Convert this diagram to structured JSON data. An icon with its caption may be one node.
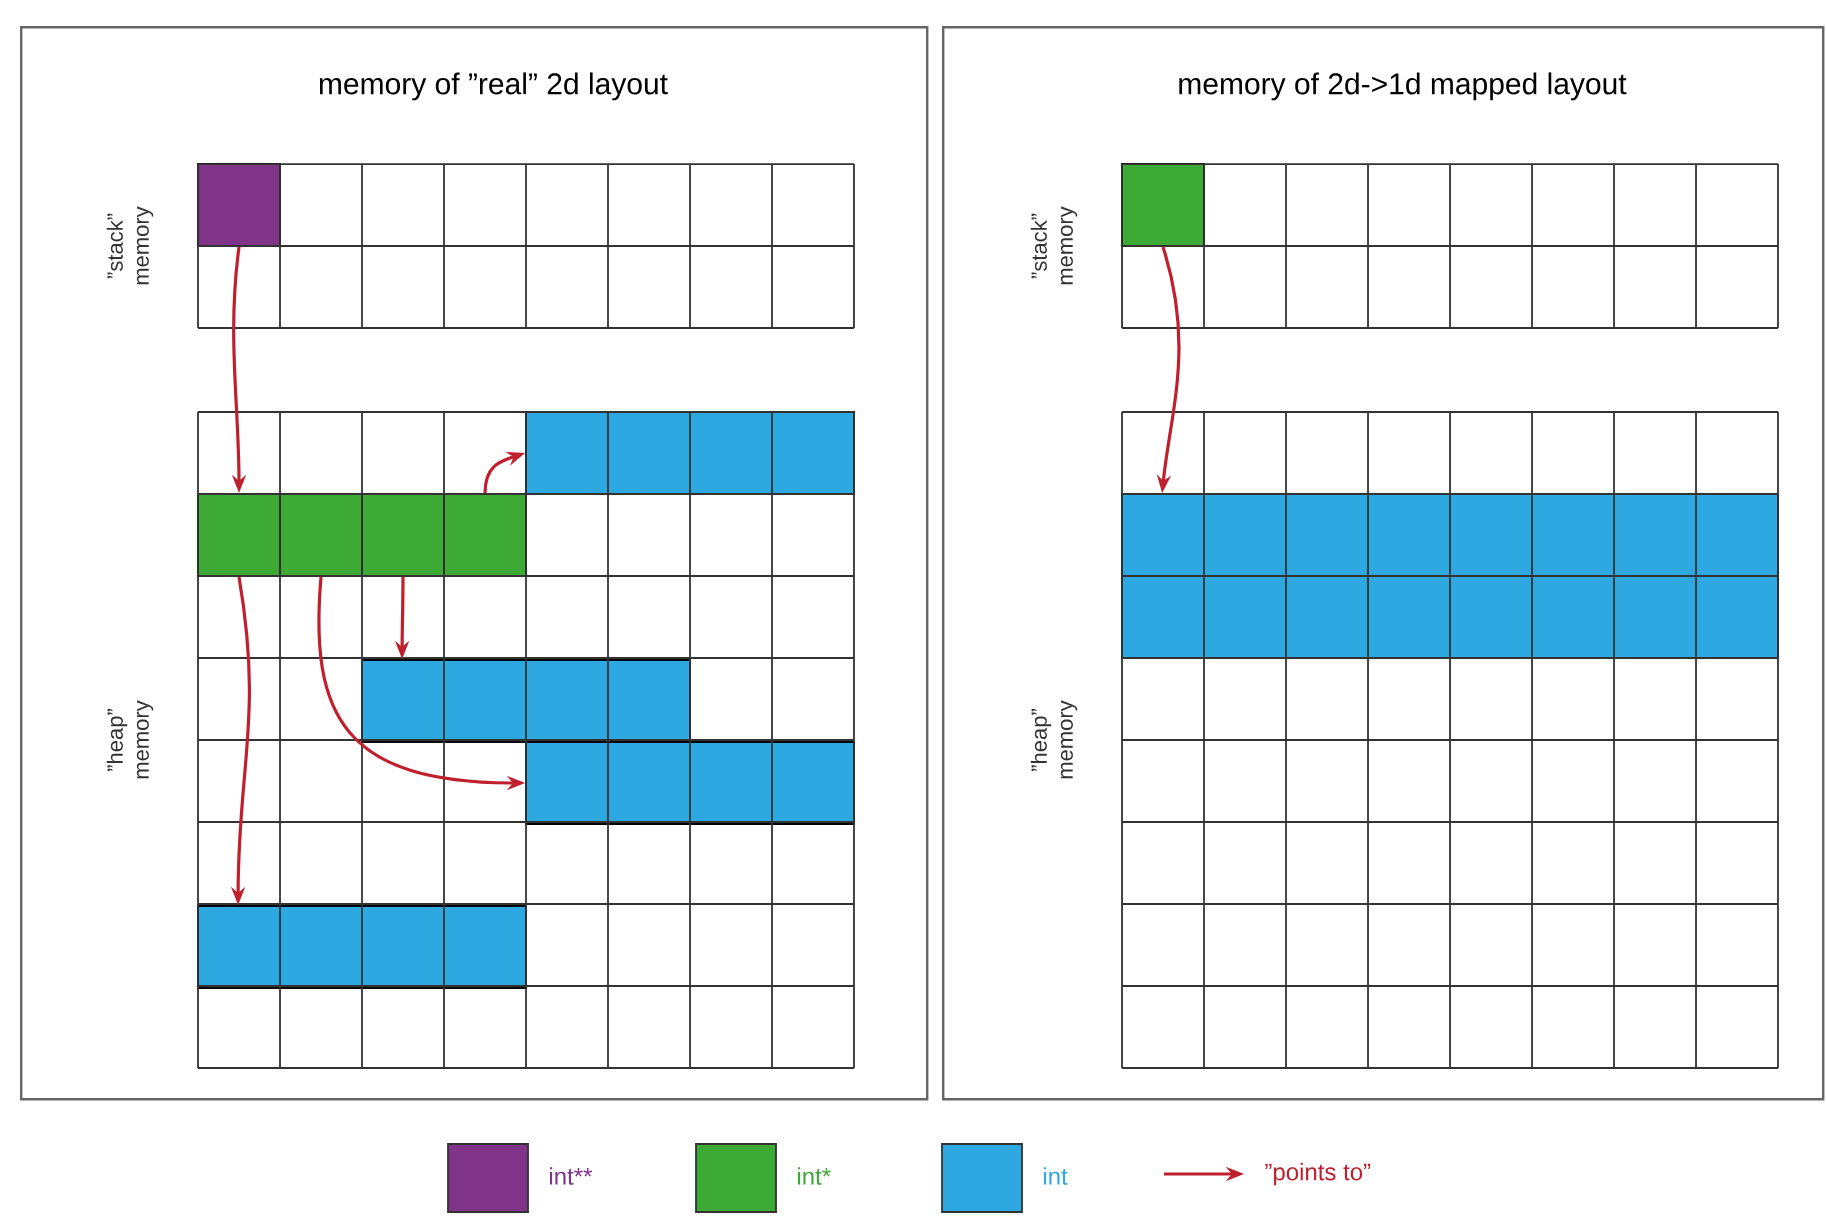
{
  "diagram": {
    "nodes": [
      {
        "text": [
          "memory of ”real” 2d layout"
        ]
      },
      {
        "text": [
          "memory of 2d->1d mapped layout"
        ]
      },
      {
        "text": [],
        "shape": "box",
        "in": 0
      },
      {
        "text": [],
        "shape": "box",
        "in": 0
      },
      {
        "text": [],
        "shape": "box",
        "in": 0
      },
      {
        "text": [],
        "shape": "box",
        "in": 0
      },
      {
        "text": [],
        "shape": "box",
        "in": 0
      },
      {
        "text": [],
        "shape": "box",
        "in": 0
      },
      {
        "text": [],
        "shape": "box",
        "in": 0
      },
      {
        "text": [],
        "shape": "box",
        "in": 0
      },
      {
        "text": [],
        "shape": "box",
        "in": 0
      },
      {
        "text": [],
        "shape": "box",
        "in": 1
      },
      {
        "text": [],
        "shape": "box",
        "in": 1
      }
    ],
    "edges": [
      {
        "from": 2,
        "to": 3,
        "arrow": "to"
      },
      {
        "from": 6,
        "to": 7,
        "arrow": "to"
      },
      {
        "from": 5,
        "to": 8,
        "arrow": "to"
      },
      {
        "from": 4,
        "to": 9,
        "arrow": "to"
      },
      {
        "from": 3,
        "to": 10,
        "arrow": "to"
      },
      {
        "from": 11,
        "to": 12,
        "arrow": "to"
      }
    ],
    "labels": [
      "”stack” memory",
      "”heap” memory",
      "”stack” memory",
      "”heap” memory"
    ],
    "legend": [
      {
        "text": "int**",
        "color": "#7f3389"
      },
      {
        "text": "int*",
        "color": "#3daa35"
      },
      {
        "text": "int",
        "color": "#2ea8e0"
      },
      {
        "text": "”points to”"
      }
    ]
  }
}
